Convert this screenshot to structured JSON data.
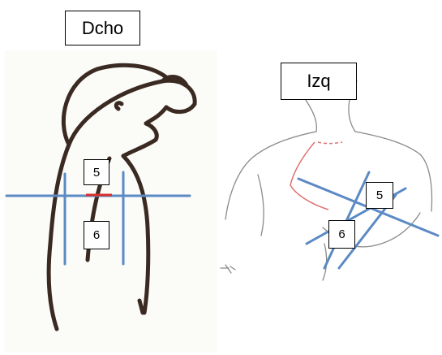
{
  "left_panel": {
    "title": "Dcho",
    "zone_upper": "5",
    "zone_lower": "6",
    "colors": {
      "outline": "#3a2a22",
      "line": "#5b8ac4",
      "marker": "#d9302c"
    }
  },
  "right_panel": {
    "title": "Izq",
    "zone_upper": "5",
    "zone_lower": "6",
    "colors": {
      "outline": "#8a8a8a",
      "line": "#5b8ac4",
      "marker": "#e07070"
    }
  }
}
